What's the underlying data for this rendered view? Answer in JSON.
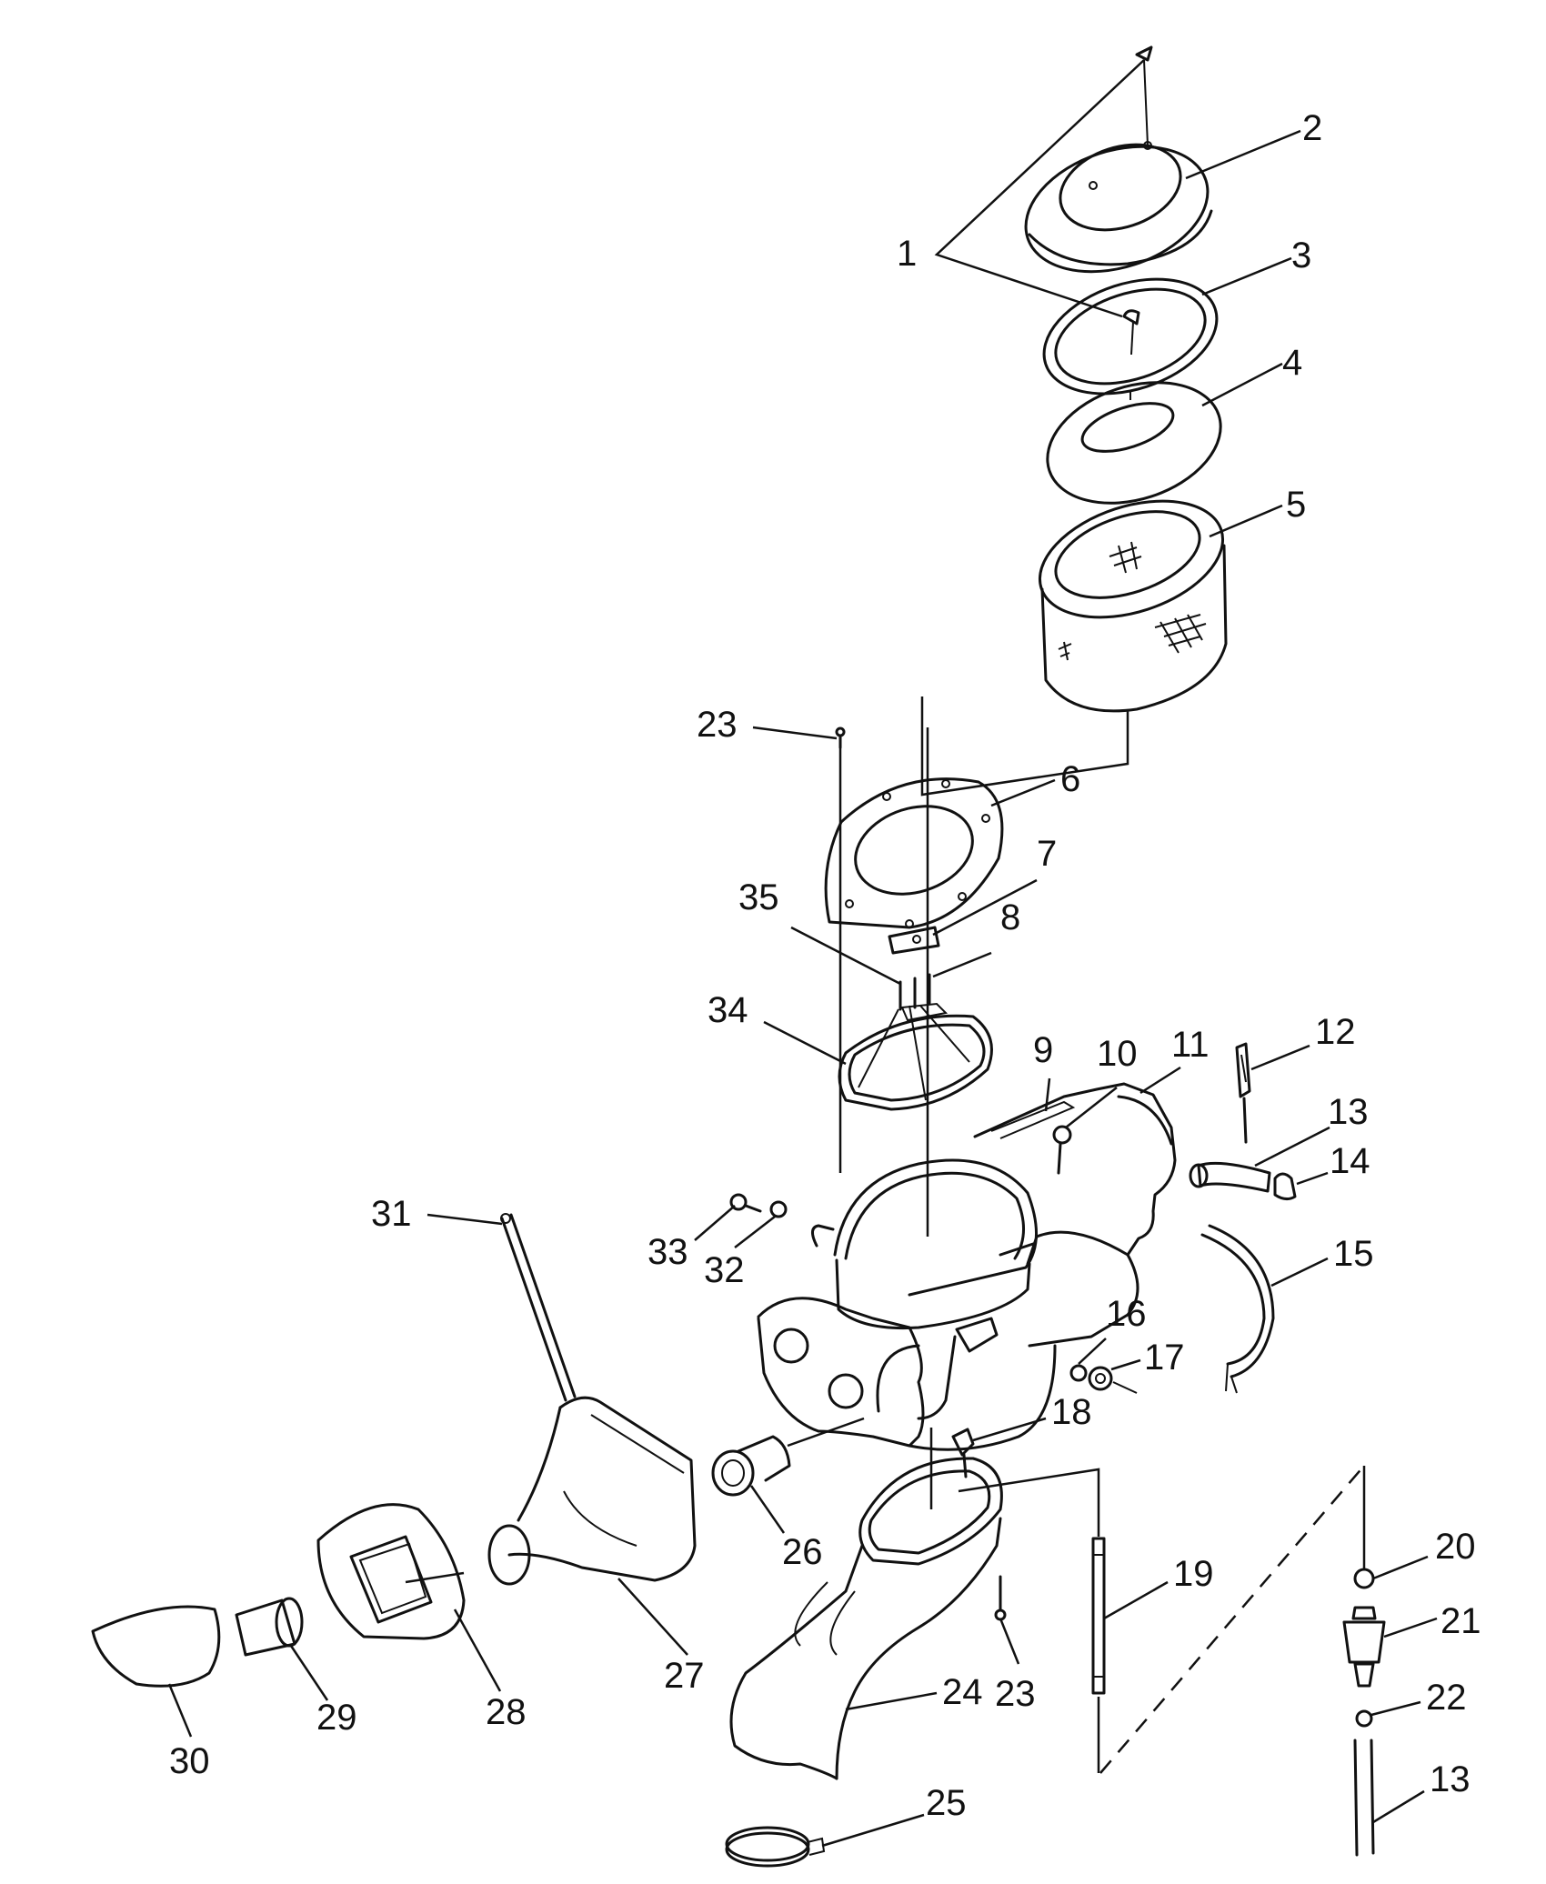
{
  "callouts": {
    "c1": "1",
    "c2": "2",
    "c3": "3",
    "c4": "4",
    "c5": "5",
    "c6": "6",
    "c7": "7",
    "c8": "8",
    "c9": "9",
    "c10": "10",
    "c11": "11",
    "c12": "12",
    "c13a": "13",
    "c13b": "13",
    "c14": "14",
    "c15": "15",
    "c16": "16",
    "c17": "17",
    "c18": "18",
    "c19": "19",
    "c20": "20",
    "c21": "21",
    "c22": "22",
    "c23a": "23",
    "c23b": "23",
    "c24": "24",
    "c25": "25",
    "c26": "26",
    "c27": "27",
    "c28": "28",
    "c29": "29",
    "c30": "30",
    "c31": "31",
    "c32": "32",
    "c33": "33",
    "c34": "34",
    "c35": "35"
  }
}
